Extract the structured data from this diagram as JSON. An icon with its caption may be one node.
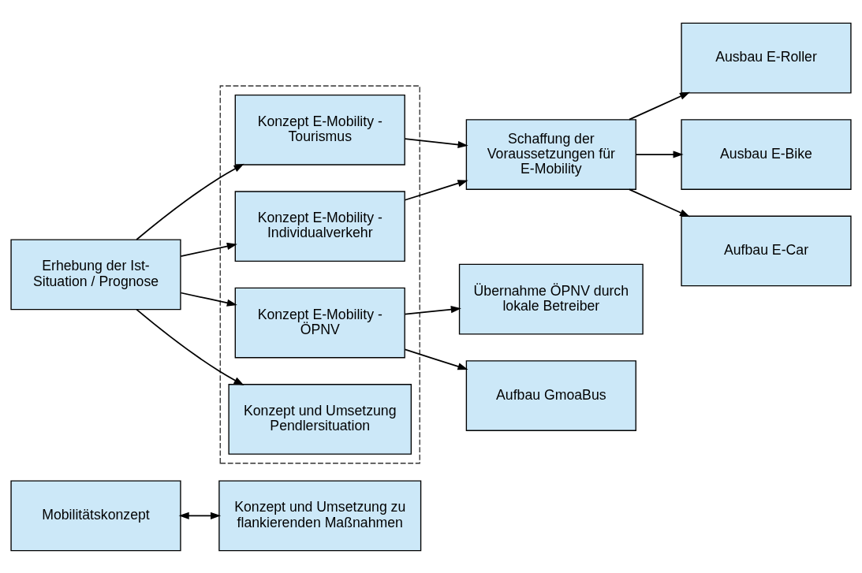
{
  "diagram": {
    "nodes": [
      {
        "text": [
          "Mobilitätskonzept"
        ]
      },
      {
        "text": [
          "Konzept und Umsetzung zu flankierenden Maßnahmen"
        ]
      },
      {
        "text": [
          "Erhebung der Ist-Situation / Prognose"
        ]
      },
      {
        "text": [],
        "shape": "box"
      },
      {
        "text": [
          "Konzept E-Mobility - Tourismus"
        ],
        "in": 3
      },
      {
        "text": [
          "Konzept E-Mobility - Individualverkehr"
        ],
        "in": 3
      },
      {
        "text": [
          "Konzept E-Mobility - ÖPNV"
        ],
        "in": 3
      },
      {
        "text": [
          "Konzept und Umsetzung Pendlersituation"
        ],
        "in": 3
      },
      {
        "text": [
          "Schaffung der Voraussetzungen für E-Mobility"
        ]
      },
      {
        "text": [
          "Übernahme ÖPNV durch lokale Betreiber"
        ]
      },
      {
        "text": [
          "Aufbau GmoaBus"
        ]
      },
      {
        "text": [
          "Ausbau E-Roller"
        ]
      },
      {
        "text": [
          "Ausbau E-Bike"
        ]
      },
      {
        "text": [
          "Aufbau E-Car"
        ]
      }
    ],
    "edges": [
      {
        "from": 0,
        "to": 1,
        "arrow": "both"
      },
      {
        "from": 2,
        "to": 4,
        "arrow": "to"
      },
      {
        "from": 2,
        "to": 5,
        "arrow": "to"
      },
      {
        "from": 2,
        "to": 6,
        "arrow": "to"
      },
      {
        "from": 2,
        "to": 7,
        "arrow": "to"
      },
      {
        "from": 4,
        "to": 8,
        "arrow": "to"
      },
      {
        "from": 5,
        "to": 8,
        "arrow": "to"
      },
      {
        "from": 6,
        "to": 9,
        "arrow": "to"
      },
      {
        "from": 6,
        "to": 10,
        "arrow": "to"
      },
      {
        "from": 8,
        "to": 11,
        "arrow": "to"
      },
      {
        "from": 8,
        "to": 12,
        "arrow": "to"
      },
      {
        "from": 8,
        "to": 13,
        "arrow": "to"
      }
    ]
  }
}
